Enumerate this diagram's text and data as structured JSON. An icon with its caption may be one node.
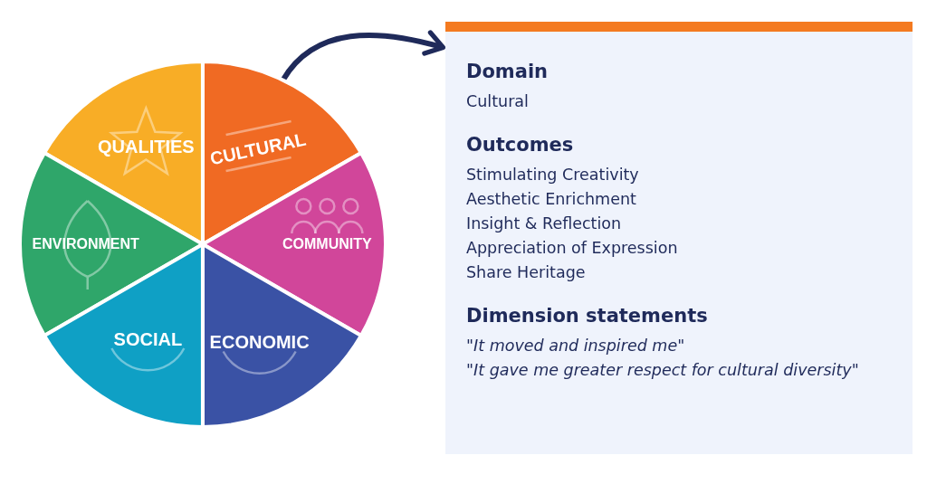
{
  "diagram": {
    "nodes": [
      {
        "text": [
          "QUALITIES"
        ]
      },
      {
        "text": [
          "CULTURAL"
        ]
      },
      {
        "text": [
          "ENVIRONMENT"
        ]
      },
      {
        "text": [
          "COMMUNITY"
        ]
      },
      {
        "text": [
          "SOCIAL"
        ]
      },
      {
        "text": [
          "ECONOMIC"
        ]
      },
      {
        "text": [
          "Domain",
          "Cultural",
          "Outcomes",
          "Stimulating Creativity",
          "Aesthetic Enrichment",
          "Insight & Reflection",
          "Appreciation of Expression",
          "Share Heritage",
          "Dimension statements",
          "\"It moved and inspired me\"",
          "\"It gave me greater respect for cultural diversity\""
        ]
      }
    ],
    "edges": [
      {
        "from": 1,
        "to": 6,
        "arrow": "to"
      }
    ]
  }
}
